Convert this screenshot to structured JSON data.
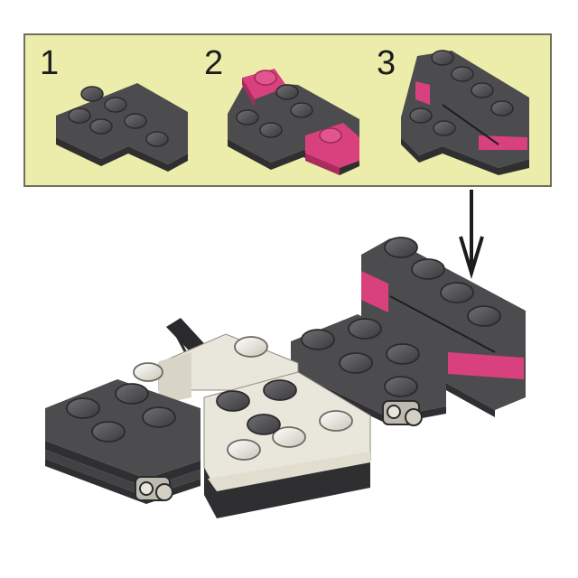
{
  "instruction": {
    "steps": [
      {
        "number": "1"
      },
      {
        "number": "2"
      },
      {
        "number": "3"
      }
    ]
  },
  "colors": {
    "panel_background": "#ecedaa",
    "panel_border": "#6f6f5c",
    "dark_brick": "#4c4c4e",
    "dark_brick_shade": "#2f2f31",
    "pink_brick": "#d9407e",
    "white_brick": "#e9e7dc",
    "arrow": "#1c1c1c"
  }
}
